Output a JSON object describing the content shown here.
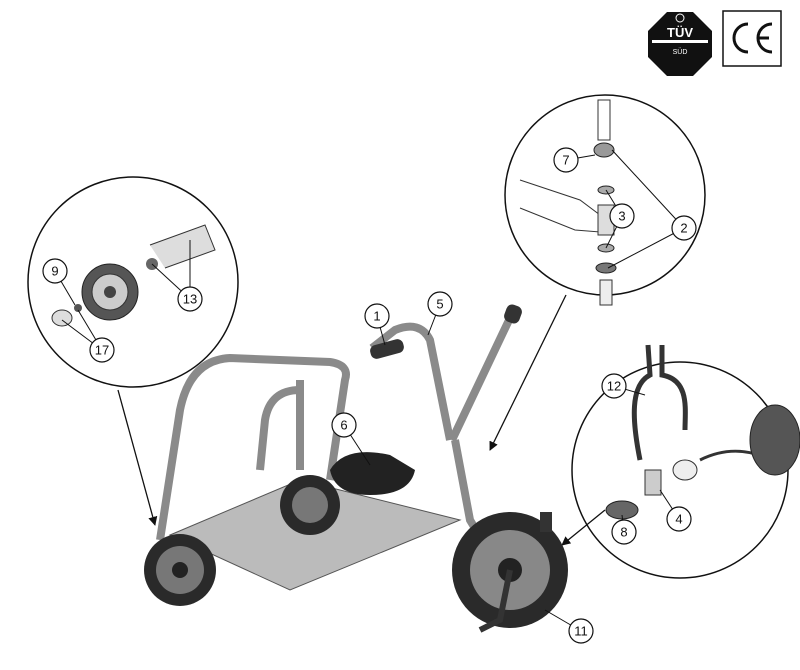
{
  "certifications": {
    "tuv": {
      "text": "TÜV",
      "sub": "SÜD",
      "icon": "tuv-sud-mark"
    },
    "ce": {
      "text": "CE",
      "icon": "ce-mark"
    }
  },
  "callouts": [
    {
      "label": "1"
    },
    {
      "label": "5"
    },
    {
      "label": "6"
    },
    {
      "label": "11"
    },
    {
      "label": "12"
    },
    {
      "label": "8"
    },
    {
      "label": "4"
    },
    {
      "label": "7"
    },
    {
      "label": "3"
    },
    {
      "label": "2"
    },
    {
      "label": "9"
    },
    {
      "label": "13"
    },
    {
      "label": "17"
    }
  ],
  "colors": {
    "frame": "#8a8a8a",
    "tire": "#2a2a2a",
    "line": "#111111"
  }
}
